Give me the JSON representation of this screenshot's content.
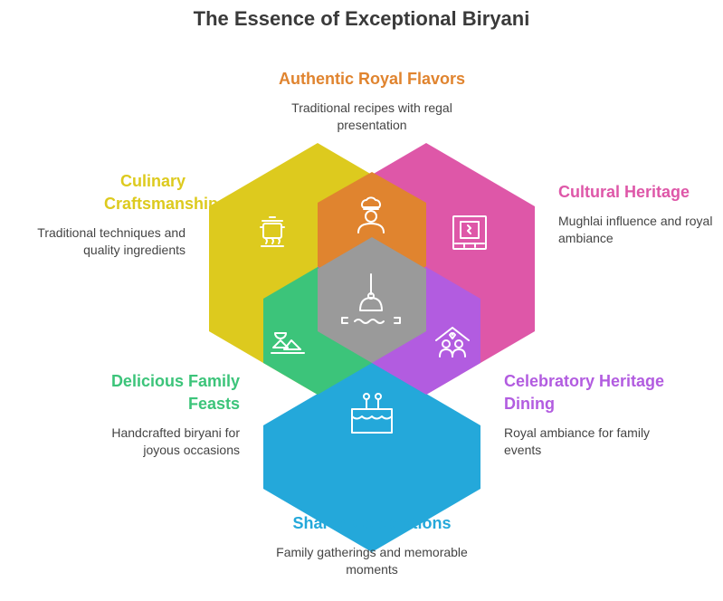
{
  "title": "The Essence of Exceptional Biryani",
  "colors": {
    "royal": "#E0842F",
    "heritage": "#DE57A8",
    "craft": "#DDCA1E",
    "feasts": "#3CC47A",
    "celebratory": "#B25CE0",
    "shared": "#24A8DA",
    "center": "#9A9A9A"
  },
  "segments": {
    "royal": {
      "heading": "Authentic Royal Flavors",
      "description": "Traditional recipes with regal presentation",
      "icon": "chef-icon"
    },
    "heritage": {
      "heading": "Cultural Heritage",
      "description": "Mughlai influence and royal ambiance",
      "icon": "framed-picture-icon"
    },
    "craft": {
      "heading": "Culinary Craftsmanship",
      "description": "Traditional techniques and quality ingredients",
      "icon": "cooking-pot-icon"
    },
    "feasts": {
      "heading": "Delicious Family Feasts",
      "description": "Handcrafted biryani for joyous occasions",
      "icon": "food-bowl-icon"
    },
    "celebratory": {
      "heading": "Celebratory Heritage Dining",
      "description": "Royal ambiance for family events",
      "icon": "family-home-icon"
    },
    "shared": {
      "heading": "Shared Celebrations",
      "description": "Family gatherings and memorable moments",
      "icon": "celebration-cake-icon"
    },
    "center": {
      "icon": "serving-dish-icon"
    }
  }
}
